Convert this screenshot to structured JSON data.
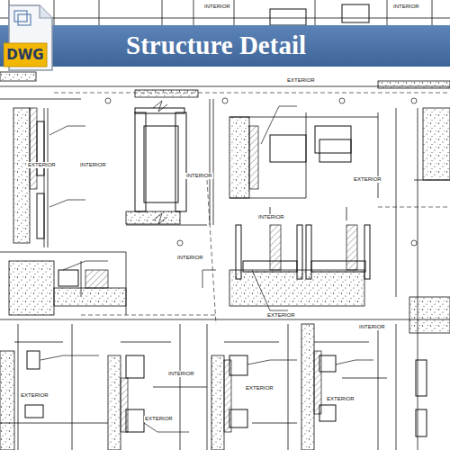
{
  "diagram": {
    "title": "Structure Detail",
    "nodes": [
      {
        "text": [
          "DWG"
        ]
      }
    ],
    "labels": [
      "INTERIOR",
      "INTERIOR",
      "EXTERIOR",
      "EXTERIOR",
      "INTERIOR",
      "INTERIOR",
      "EXTERIOR",
      "INTERIOR",
      "INTERIOR",
      "EXTERIOR",
      "INTERIOR",
      "EXTERIOR",
      "INTERIOR",
      "EXTERIOR",
      "EXTERIOR",
      "EXTERIOR"
    ]
  }
}
